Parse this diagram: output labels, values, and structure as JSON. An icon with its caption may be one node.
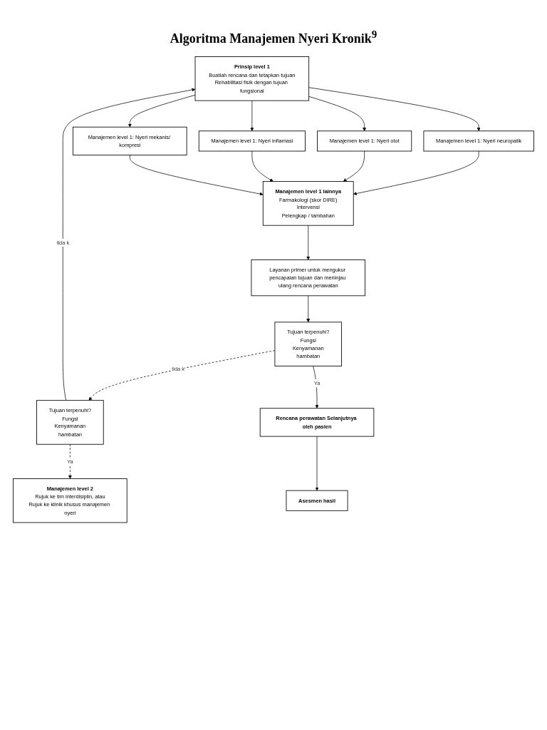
{
  "diagram": {
    "title": "Algoritma Manajemen Nyeri Kronik$^{9}$",
    "nodes": [
      {
        "text": [
          "Prinsip level 1",
          "Buatlah rencana dan tetapkan tujuan",
          "Rehabilitasi fisik dengan tujuan fungsional"
        ]
      },
      {
        "text": [
          "Manajemen level 1: Nyeri neuropatik"
        ]
      },
      {
        "text": [
          "Manajemen level 1: Nyeri otot"
        ]
      },
      {
        "text": [
          "Manajemen level 1: Nyeri inflamasi"
        ]
      },
      {
        "text": [
          "Manajemen level 1: Nyeri mekanis/ kompresi"
        ]
      },
      {
        "text": [
          "Manajemen level 1 lainnya",
          "Farmakologi (skor DIRE)",
          "Intervensi",
          "Pelengkap / tambahan"
        ]
      },
      {
        "text": [
          "Layanan primer untuk mengukur pencapaian tujuan dan meninjau ulang rencana perawatan"
        ]
      },
      {
        "text": [
          "Tujuan terpenuhi?",
          "Fungsi",
          "Kenyamanan",
          "hambatan"
        ]
      },
      {
        "text": [
          "Tujuan terpenuhi?",
          "Fungsi",
          "Kenyamanan",
          "hambatan"
        ]
      },
      {
        "text": [
          "Manajemen level 2",
          "Rujuk ke tim interdisiplin, atau",
          "Rujuk ke klinik khusus manajemen nyeri"
        ]
      },
      {
        "text": [
          "Rencana perawatan Selanjutnya oleh pasien"
        ]
      },
      {
        "text": [
          "Asesmen hasil"
        ]
      }
    ],
    "edges": [
      {
        "from": 0,
        "to": 1,
        "arrow": "to"
      },
      {
        "from": 0,
        "to": 2,
        "arrow": "to"
      },
      {
        "from": 0,
        "to": 3,
        "arrow": "to"
      },
      {
        "from": 0,
        "to": 4,
        "arrow": "to"
      },
      {
        "from": 1,
        "to": 5,
        "arrow": "to"
      },
      {
        "from": 2,
        "to": 5,
        "arrow": "to"
      },
      {
        "from": 3,
        "to": 5,
        "arrow": "to"
      },
      {
        "from": 4,
        "to": 5,
        "arrow": "to"
      },
      {
        "from": 5,
        "to": 6,
        "arrow": "to"
      },
      {
        "from": 6,
        "to": 7,
        "arrow": "to"
      },
      {
        "from": 7,
        "to": 8,
        "arrow": "to",
        "label": "tida k",
        "style": "dashed"
      },
      {
        "from": 8,
        "to": 9,
        "arrow": "to",
        "label": "Ya",
        "style": "dashed"
      },
      {
        "from": 7,
        "to": 10,
        "arrow": "to",
        "label": "Ya"
      },
      {
        "from": 8,
        "to": 0,
        "arrow": "to",
        "label": "tida k"
      },
      {
        "from": 10,
        "to": 11,
        "arrow": "to"
      }
    ]
  }
}
